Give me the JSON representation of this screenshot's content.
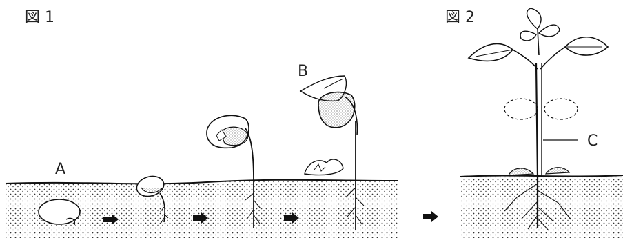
{
  "figures": [
    {
      "title": "図 1"
    },
    {
      "title": "図 2"
    }
  ],
  "labels": {
    "a": "A",
    "b": "B",
    "c": "C"
  }
}
